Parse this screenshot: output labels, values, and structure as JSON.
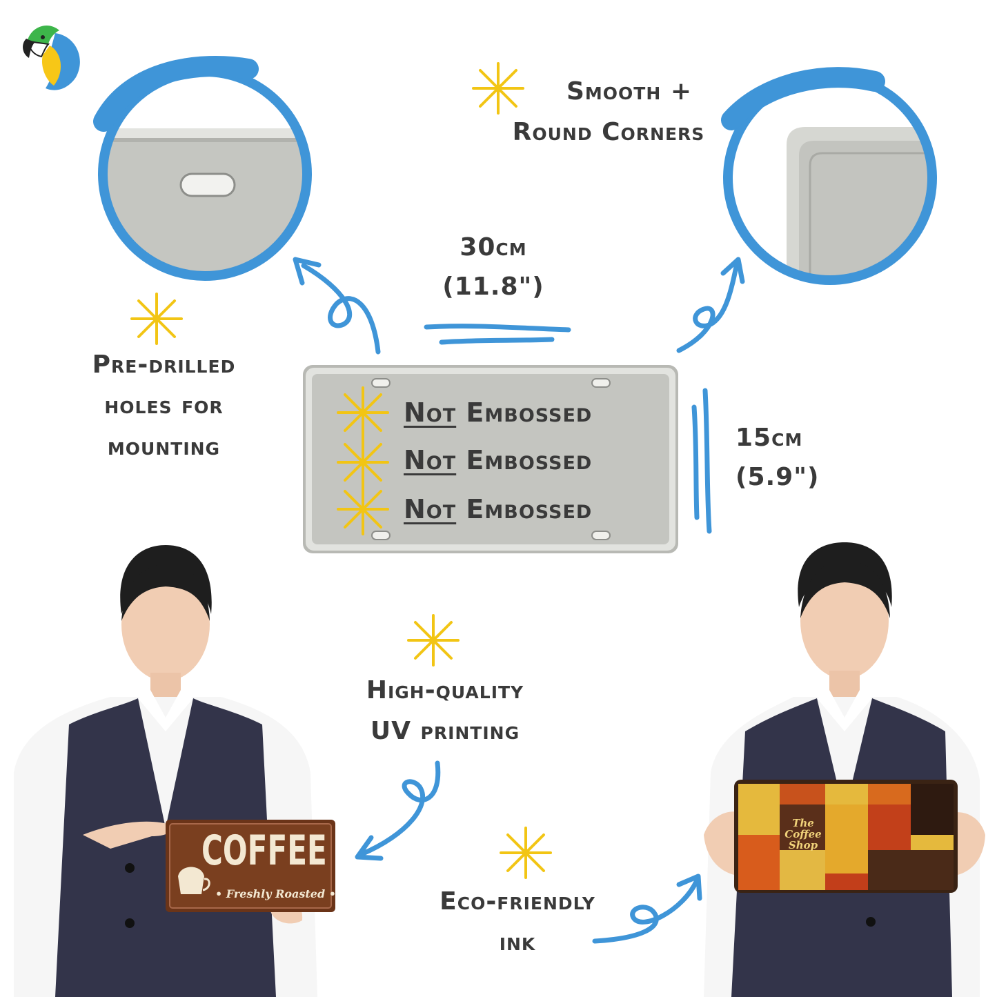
{
  "callouts": {
    "mounting": {
      "line1": "Pre-drilled",
      "line2": "holes for",
      "line3": "mounting"
    },
    "corners": {
      "line1": "Smooth +",
      "line2": "Round Corners"
    },
    "width": {
      "value": "30cm",
      "inches": "(11.8\")"
    },
    "height": {
      "value": "15cm",
      "inches": "(5.9\")"
    },
    "printing": {
      "line1": "High-quality",
      "line2": "UV printing"
    },
    "ink": {
      "line1": "Eco-friendly",
      "line2": "ink"
    }
  },
  "plate": {
    "items": [
      {
        "emph": "Not",
        "rest": "Embossed"
      },
      {
        "emph": "Not",
        "rest": "Embossed"
      },
      {
        "emph": "Not",
        "rest": "Embossed"
      }
    ]
  },
  "signs": {
    "coffee_title": "COFFEE",
    "coffee_sub": "• Freshly Roasted •",
    "collage_text": "The Coffee Shop"
  },
  "colors": {
    "accent_blue": "#3f95d8",
    "star_yellow": "#f2c514",
    "plate_gray": "#c4c5c0",
    "text_dark": "#3a3a3a"
  },
  "icons": [
    "parrot-logo",
    "sparkle-icon",
    "curly-arrow-icon"
  ]
}
